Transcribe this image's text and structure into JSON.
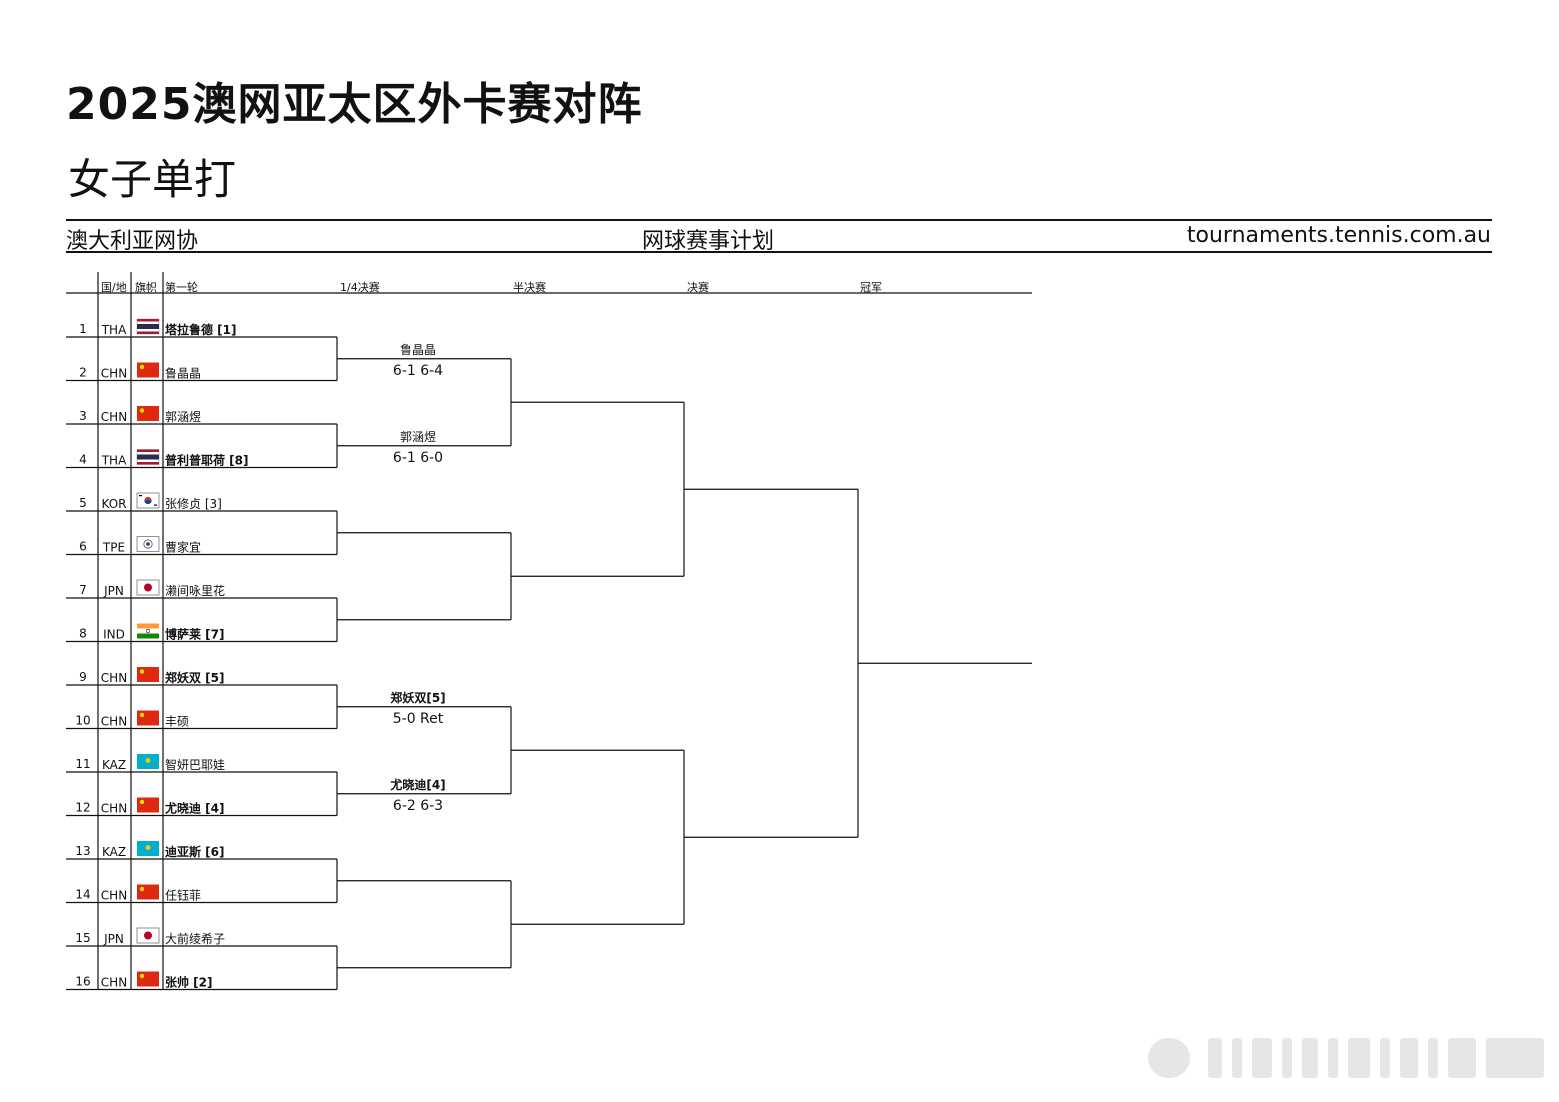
{
  "document": {
    "title": "2025澳网亚太区外卡赛对阵",
    "subtitle": "女子单打"
  },
  "header": {
    "left": "澳大利亚网协",
    "center": "网球赛事计划",
    "right": "tournaments.tennis.com.au"
  },
  "columns": {
    "country": "国/地",
    "flag": "旗帜",
    "round1": "第一轮",
    "quarterfinal": "1/4决赛",
    "semifinal": "半决赛",
    "final": "决赛",
    "champion": "冠军"
  },
  "players": [
    {
      "no": "1",
      "country": "THA",
      "flag": "thailand-flag-icon",
      "name": "塔拉鲁德 [1]",
      "bold": true
    },
    {
      "no": "2",
      "country": "CHN",
      "flag": "china-flag-icon",
      "name": "鲁晶晶",
      "bold": false
    },
    {
      "no": "3",
      "country": "CHN",
      "flag": "china-flag-icon",
      "name": "郭涵煜",
      "bold": false
    },
    {
      "no": "4",
      "country": "THA",
      "flag": "thailand-flag-icon",
      "name": "普利普耶荷 [8]",
      "bold": true
    },
    {
      "no": "5",
      "country": "KOR",
      "flag": "korea-flag-icon",
      "name": "张修贞 [3]",
      "bold": false
    },
    {
      "no": "6",
      "country": "TPE",
      "flag": "tpe-flag-icon",
      "name": "曹家宜",
      "bold": false
    },
    {
      "no": "7",
      "country": "JPN",
      "flag": "japan-flag-icon",
      "name": "濑间咏里花",
      "bold": false
    },
    {
      "no": "8",
      "country": "IND",
      "flag": "india-flag-icon",
      "name": "博萨莱 [7]",
      "bold": true
    },
    {
      "no": "9",
      "country": "CHN",
      "flag": "china-flag-icon",
      "name": "郑妖双 [5]",
      "bold": true
    },
    {
      "no": "10",
      "country": "CHN",
      "flag": "china-flag-icon",
      "name": "丰硕",
      "bold": false
    },
    {
      "no": "11",
      "country": "KAZ",
      "flag": "kazakhstan-flag-icon",
      "name": "智妍巴耶娃",
      "bold": false
    },
    {
      "no": "12",
      "country": "CHN",
      "flag": "china-flag-icon",
      "name": "尤晓迪 [4]",
      "bold": true
    },
    {
      "no": "13",
      "country": "KAZ",
      "flag": "kazakhstan-flag-icon",
      "name": "迪亚斯 [6]",
      "bold": true
    },
    {
      "no": "14",
      "country": "CHN",
      "flag": "china-flag-icon",
      "name": "任钰菲",
      "bold": false
    },
    {
      "no": "15",
      "country": "JPN",
      "flag": "japan-flag-icon",
      "name": "大前绫希子",
      "bold": false
    },
    {
      "no": "16",
      "country": "CHN",
      "flag": "china-flag-icon",
      "name": "张帅 [2]",
      "bold": true
    }
  ],
  "quarterfinal_results": [
    {
      "winner": "鲁晶晶",
      "score": "6-1 6-4",
      "bold": false
    },
    {
      "winner": "郭涵煜",
      "score": "6-1 6-0",
      "bold": false
    },
    {
      "winner": "",
      "score": "",
      "bold": false
    },
    {
      "winner": "",
      "score": "",
      "bold": false
    },
    {
      "winner": "郑妖双[5]",
      "score": "5-0 Ret",
      "bold": true
    },
    {
      "winner": "尤晓迪[4]",
      "score": "6-2 6-3",
      "bold": true
    },
    {
      "winner": "",
      "score": "",
      "bold": false
    },
    {
      "winner": "",
      "score": "",
      "bold": false
    }
  ],
  "colors": {
    "line": "#111111",
    "china_red": "#de2910",
    "china_yellow": "#ffde00",
    "thai_red": "#a51931",
    "thai_blue": "#2d2a4a",
    "kaz_blue": "#00afca",
    "japan_red": "#bc002d",
    "india_saffron": "#ff9933",
    "india_green": "#138808",
    "watermark": "#e6e6e6"
  }
}
